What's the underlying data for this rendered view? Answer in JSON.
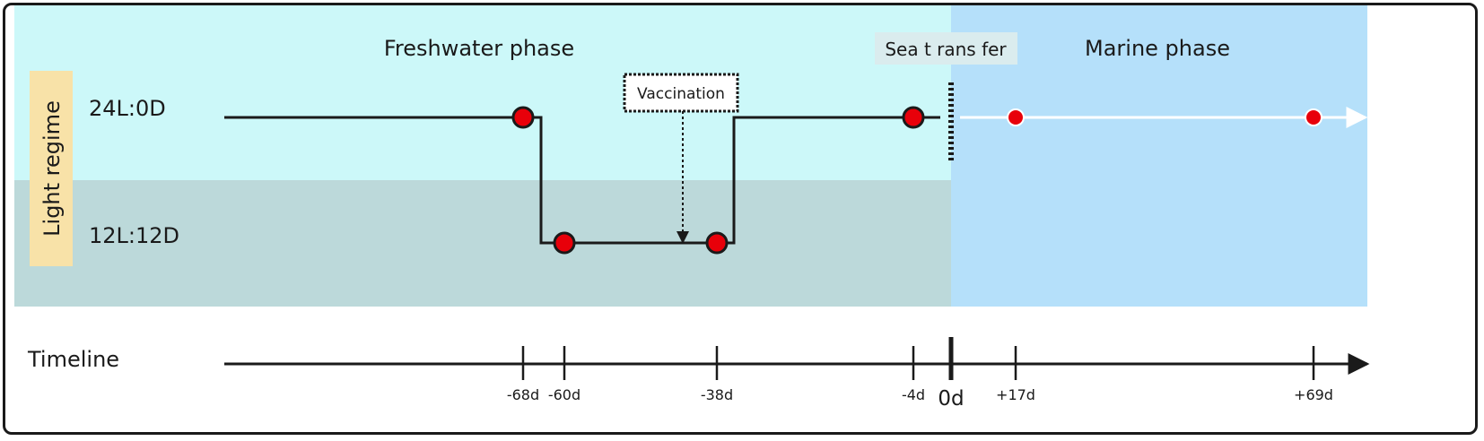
{
  "phases": {
    "freshwater_label": "Freshwater phase",
    "marine_label": "Marine phase",
    "sea_transfer_label": "Sea t rans fer"
  },
  "light_regime": {
    "axis_label": "Light regime",
    "level_high": "24L:0D",
    "level_low": "12L:12D"
  },
  "vaccination_label": "Vaccination",
  "timeline": {
    "label": "Timeline",
    "ticks": [
      "-68d",
      "-60d",
      "-38d",
      "-4d",
      "0d",
      "+17d",
      "+69d"
    ]
  },
  "sampling_points": [
    {
      "day": -68,
      "regime": "24L:0D"
    },
    {
      "day": -60,
      "regime": "12L:12D"
    },
    {
      "day": -38,
      "regime": "12L:12D"
    },
    {
      "day": -4,
      "regime": "24L:0D"
    },
    {
      "day": 17,
      "regime": "24L:0D"
    },
    {
      "day": 69,
      "regime": "24L:0D"
    }
  ],
  "colors": {
    "freshwater_bg": "#ccf8f9",
    "freshwater_low_bg": "#bcd9da",
    "marine_bg": "#b5e0fa",
    "light_regime_badge": "#f8e2a8",
    "sea_transfer_badge": "#daecee",
    "sample_point": "#e8000a"
  }
}
